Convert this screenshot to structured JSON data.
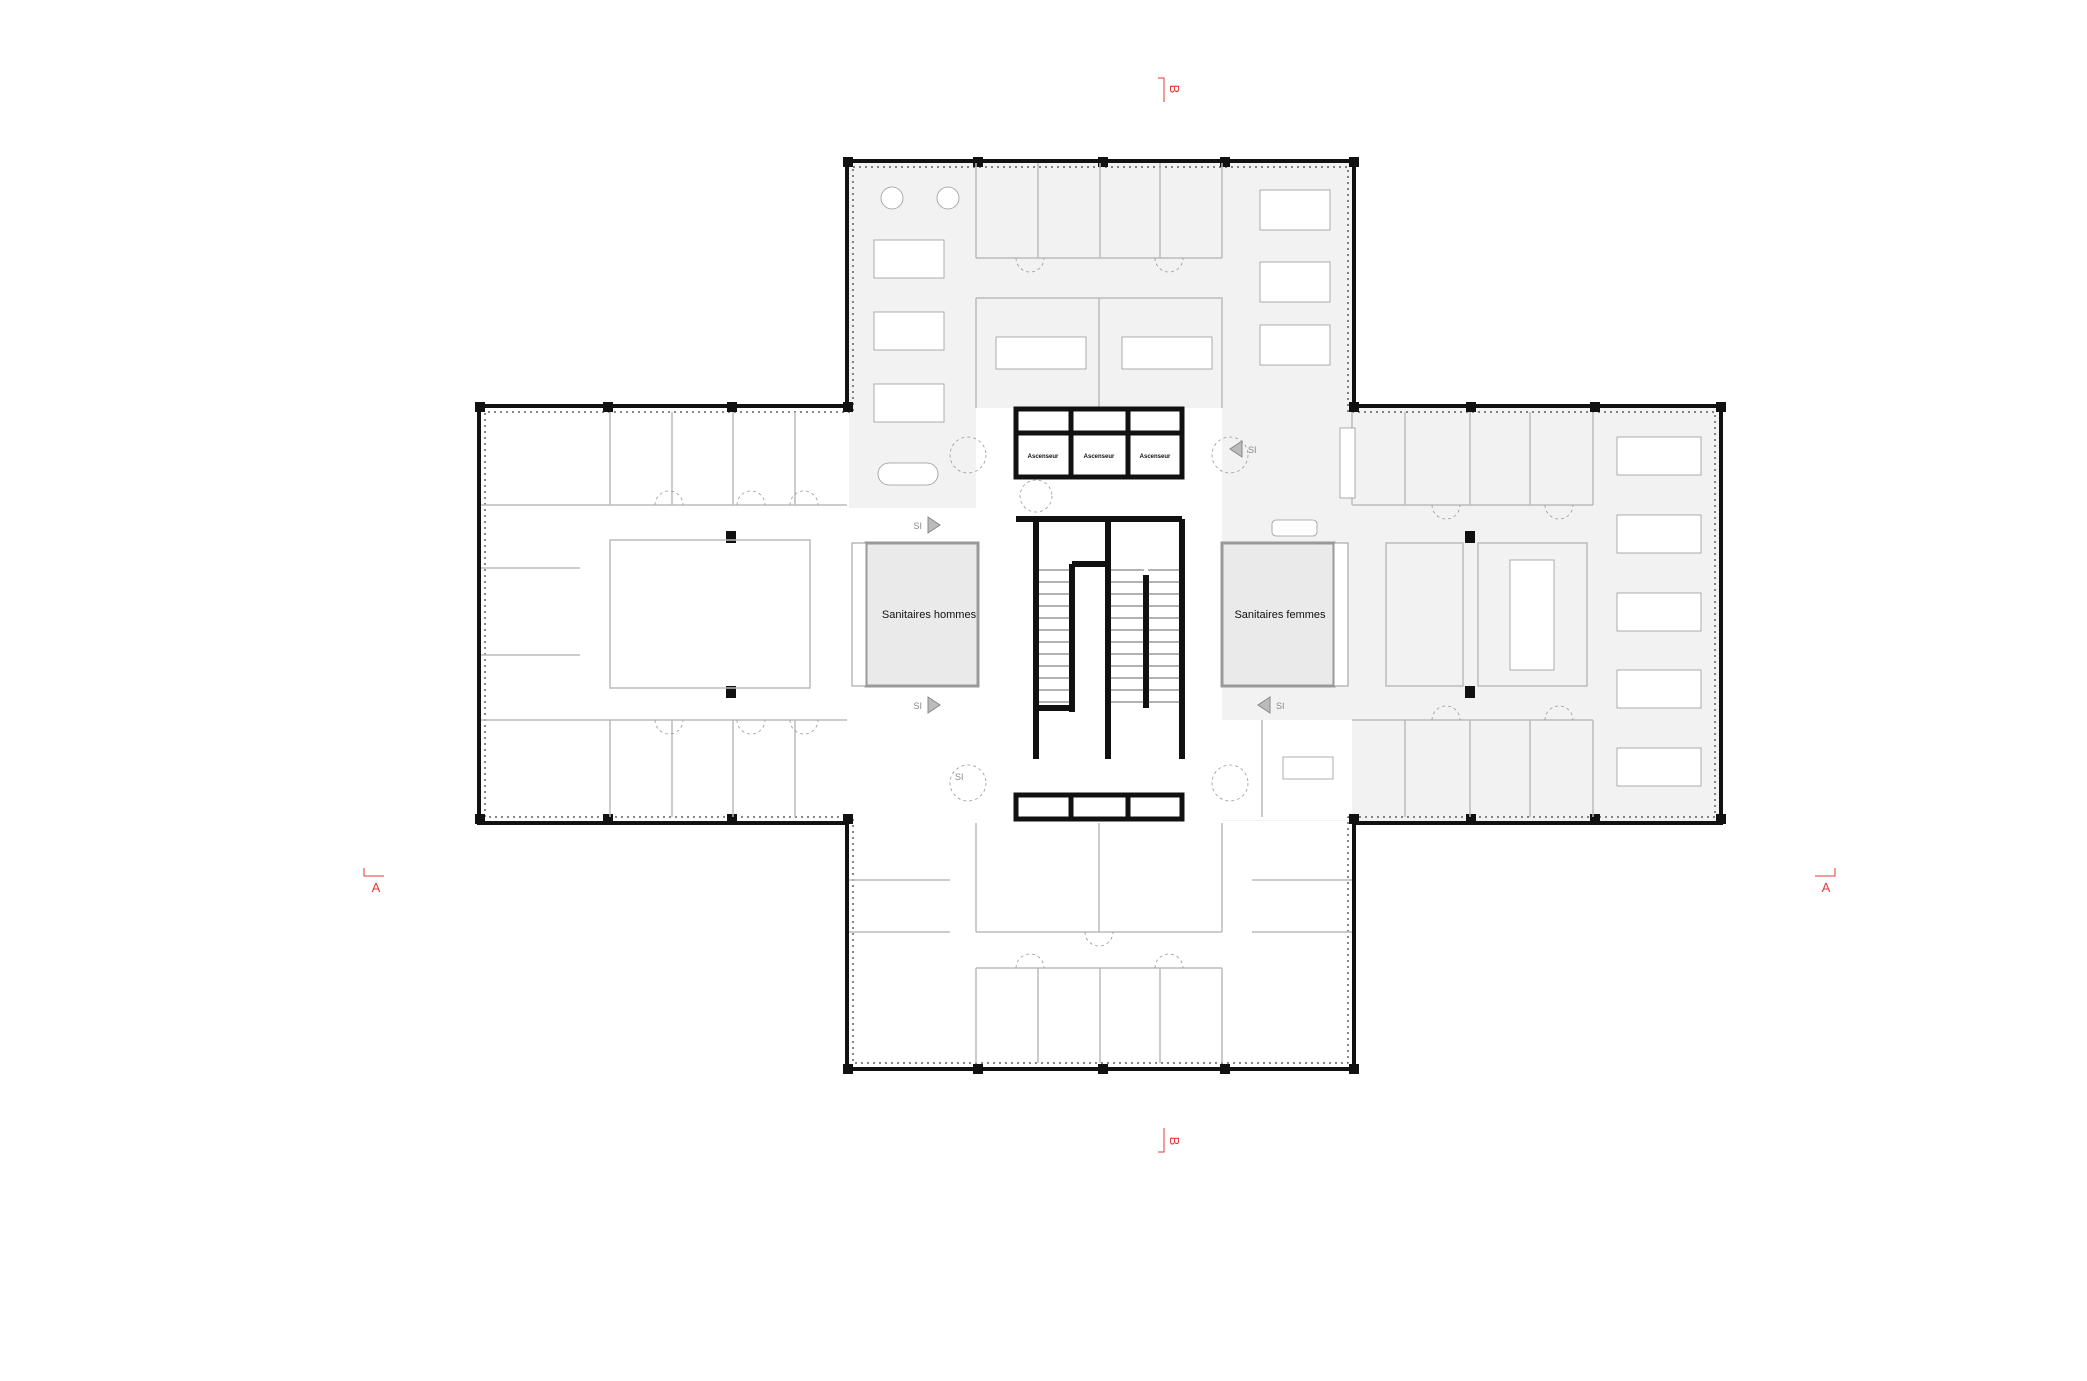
{
  "plan": {
    "elevators": [
      "Ascenseur",
      "Ascenseur",
      "Ascenseur"
    ],
    "restroom_men": "Sanitaires hommes",
    "restroom_women": "Sanitaires femmes",
    "exit_signs": [
      "SI",
      "SI",
      "SI",
      "SI",
      "SI"
    ],
    "section_marks": {
      "a_left": "A",
      "a_right": "A",
      "b_top": "B",
      "b_bottom": "B"
    },
    "colors": {
      "section_line": "#e53935",
      "occupied_fill": "#f2f2f2",
      "wall": "#111111"
    }
  }
}
